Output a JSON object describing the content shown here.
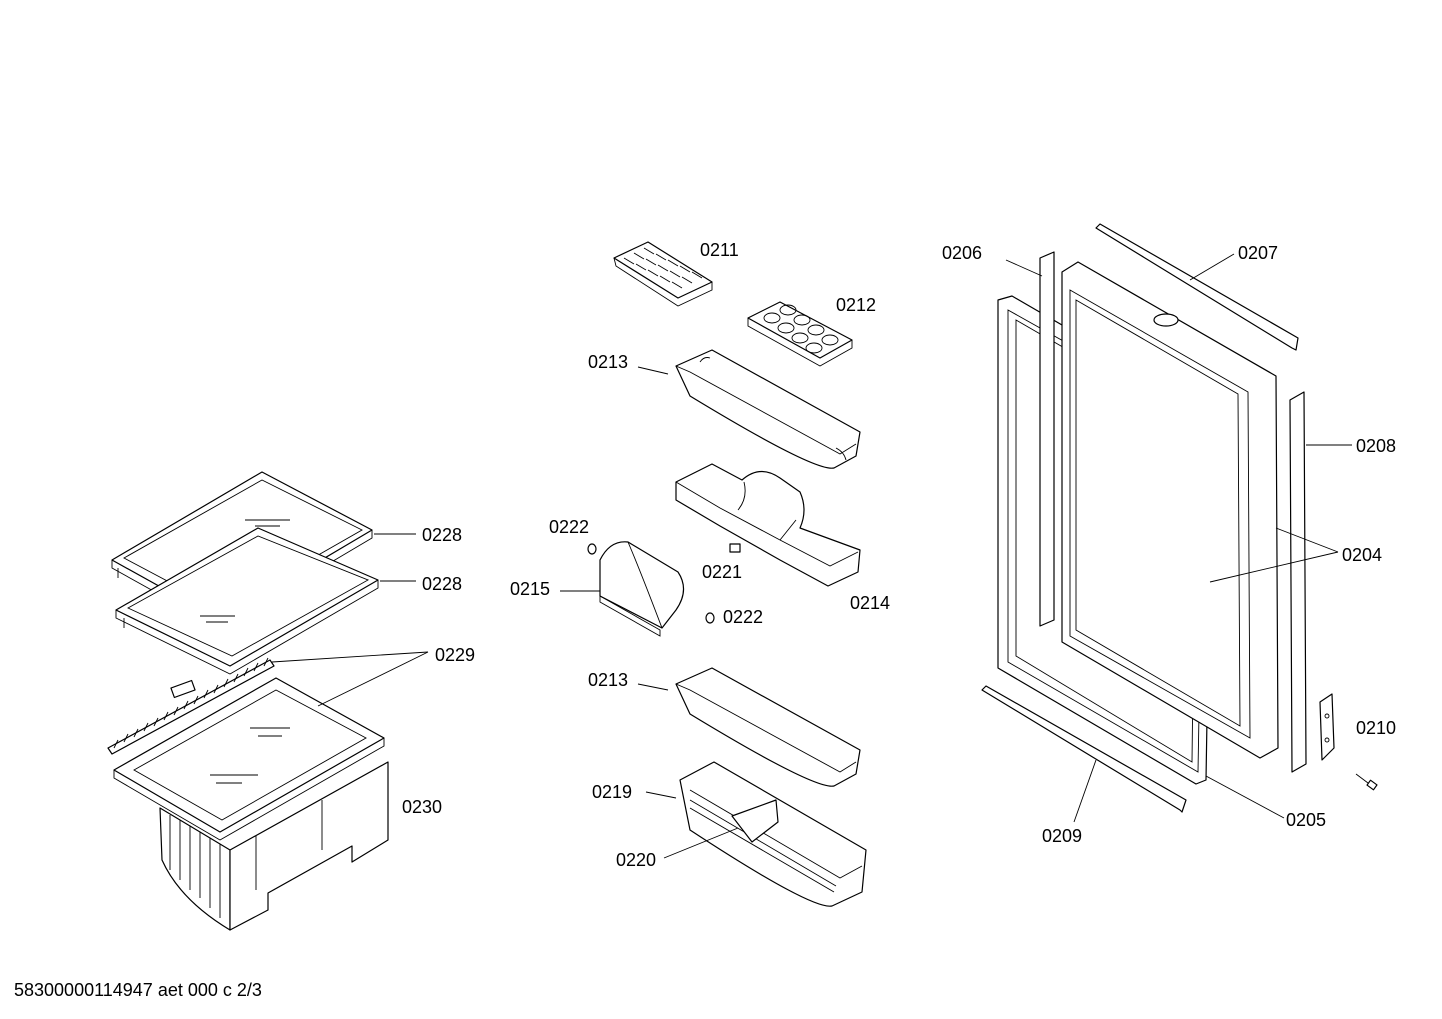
{
  "footer": {
    "document_code": "58300000114947 aet 000 c 2/3"
  },
  "labels": {
    "p0211": "0211",
    "p0212": "0212",
    "p0213a": "0213",
    "p0213b": "0213",
    "p0214": "0214",
    "p0215": "0215",
    "p0219": "0219",
    "p0220": "0220",
    "p0221": "0221",
    "p0222a": "0222",
    "p0222b": "0222",
    "p0228a": "0228",
    "p0228b": "0228",
    "p0229": "0229",
    "p0230": "0230",
    "p0204": "0204",
    "p0205": "0205",
    "p0206": "0206",
    "p0207": "0207",
    "p0208": "0208",
    "p0209": "0209",
    "p0210": "0210"
  }
}
